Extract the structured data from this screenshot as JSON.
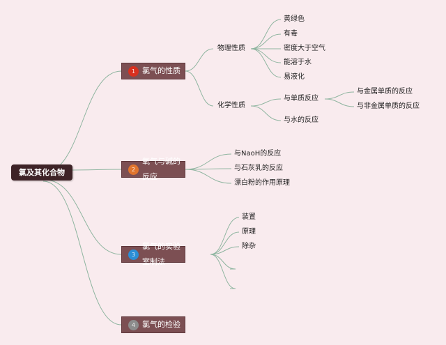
{
  "root": {
    "label": "氯及其化合物"
  },
  "branches": [
    {
      "badge": "1",
      "badge_color": "#d8301f",
      "label": "氯气的性质"
    },
    {
      "badge": "2",
      "badge_color": "#e0752e",
      "label": "氧气与碱的反应"
    },
    {
      "badge": "3",
      "badge_color": "#2b8ed6",
      "label": "氯气的实验室制法"
    },
    {
      "badge": "4",
      "badge_color": "#8c8c8c",
      "label": "氯气的检验"
    }
  ],
  "properties": {
    "physical": {
      "label": "物理性质",
      "items": [
        "黄绿色",
        "有毒",
        "密度大于空气",
        "能溶于水",
        "易液化"
      ]
    },
    "chemical": {
      "label": "化学性质",
      "items": [
        {
          "label": "与单质反应",
          "children": [
            "与金属单质的反应",
            "与非金属单质的反应"
          ]
        },
        {
          "label": "与水的反应"
        }
      ]
    }
  },
  "alkali_items": [
    "与NaoH的反应",
    "与石灰乳的反应",
    "漂白粉的作用原理"
  ],
  "lab_items": [
    "装置",
    "原理",
    "除杂"
  ],
  "colors": {
    "background": "#f9ebee",
    "root": "#3e2327",
    "branch": "#7c4f53",
    "connector": "#8fb5a0"
  }
}
